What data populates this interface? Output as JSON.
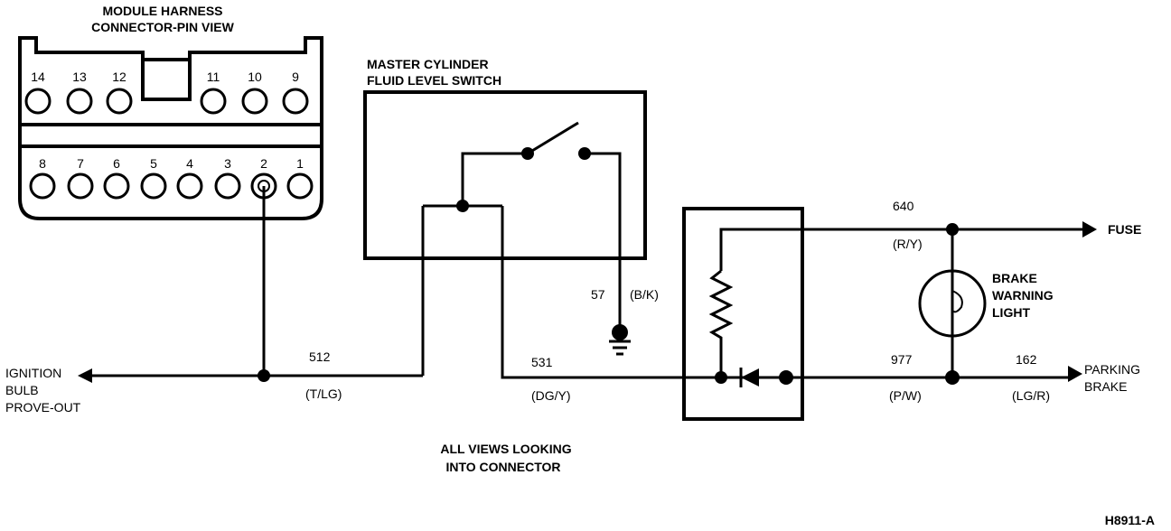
{
  "connector": {
    "title_line1": "MODULE HARNESS",
    "title_line2": "CONNECTOR-PIN VIEW",
    "top_pins": [
      "14",
      "13",
      "12",
      "11",
      "10",
      "9"
    ],
    "bottom_pins": [
      "8",
      "7",
      "6",
      "5",
      "4",
      "3",
      "2",
      "1"
    ]
  },
  "switch": {
    "title_line1": "MASTER CYLINDER",
    "title_line2": "FLUID LEVEL SWITCH"
  },
  "wires": {
    "w512": {
      "circuit": "512",
      "color": "(T/LG)"
    },
    "w531": {
      "circuit": "531",
      "color": "(DG/Y)"
    },
    "w57": {
      "circuit": "57",
      "color": "(B/K)"
    },
    "w640": {
      "circuit": "640",
      "color": "(R/Y)"
    },
    "w977": {
      "circuit": "977",
      "color": "(P/W)"
    },
    "w162": {
      "circuit": "162",
      "color": "(LG/R)"
    }
  },
  "labels": {
    "ignition_line1": "IGNITION",
    "ignition_line2": "BULB",
    "ignition_line3": "PROVE-OUT",
    "fuse": "FUSE",
    "brake_line1": "BRAKE",
    "brake_line2": "WARNING",
    "brake_line3": "LIGHT",
    "parking_line1": "PARKING",
    "parking_line2": "BRAKE",
    "note_line1": "ALL VIEWS LOOKING",
    "note_line2": "INTO CONNECTOR",
    "figure_id": "H8911-A"
  }
}
